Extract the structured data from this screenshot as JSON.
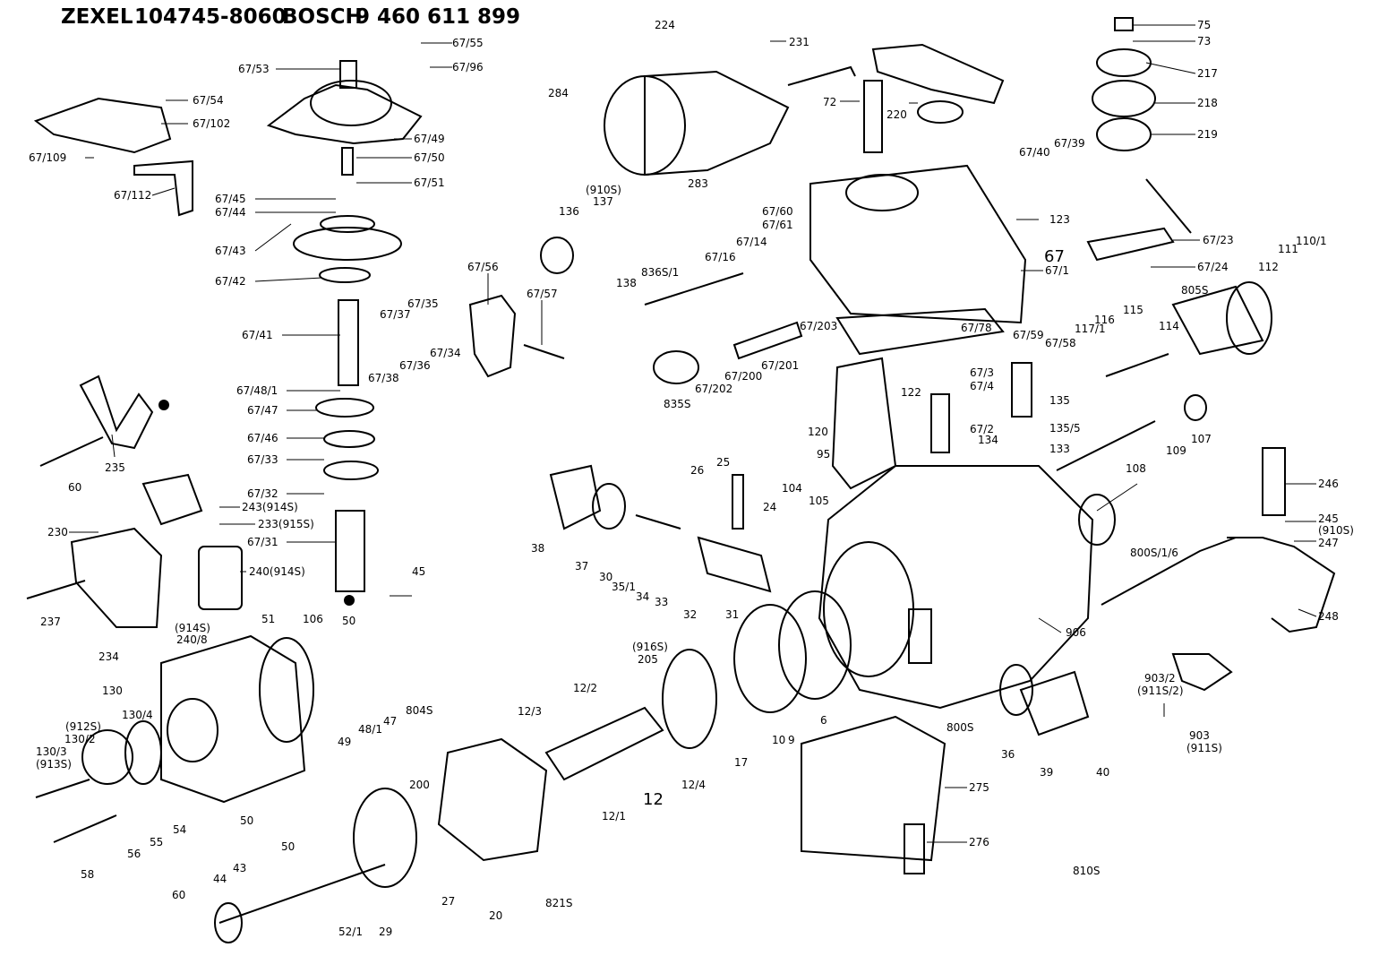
{
  "header": {
    "brand1": "ZEXEL",
    "code1": "104745-8060",
    "brand2": "BOSCH",
    "code2": "9 460 611 899"
  },
  "group_labels": {
    "g67": "67",
    "g12": "12"
  },
  "part_labels": [
    {
      "id": "p1",
      "text": "67/53"
    },
    {
      "id": "p2",
      "text": "67/55"
    },
    {
      "id": "p3",
      "text": "67/96"
    },
    {
      "id": "p4",
      "text": "67/54"
    },
    {
      "id": "p5",
      "text": "67/102"
    },
    {
      "id": "p6",
      "text": "67/49"
    },
    {
      "id": "p7",
      "text": "67/109"
    },
    {
      "id": "p8",
      "text": "67/50"
    },
    {
      "id": "p9",
      "text": "67/51"
    },
    {
      "id": "p10",
      "text": "67/112"
    },
    {
      "id": "p11",
      "text": "67/45"
    },
    {
      "id": "p12",
      "text": "67/44"
    },
    {
      "id": "p13",
      "text": "67/43"
    },
    {
      "id": "p14",
      "text": "67/42"
    },
    {
      "id": "p15",
      "text": "67/56"
    },
    {
      "id": "p16",
      "text": "67/57"
    },
    {
      "id": "p17",
      "text": "67/35"
    },
    {
      "id": "p18",
      "text": "67/37"
    },
    {
      "id": "p19",
      "text": "67/41"
    },
    {
      "id": "p20",
      "text": "67/36"
    },
    {
      "id": "p21",
      "text": "67/34"
    },
    {
      "id": "p22",
      "text": "67/38"
    },
    {
      "id": "p23",
      "text": "67/48/1"
    },
    {
      "id": "p24",
      "text": "67/47"
    },
    {
      "id": "p25",
      "text": "67/46"
    },
    {
      "id": "p26",
      "text": "67/33"
    },
    {
      "id": "p27",
      "text": "67/32"
    },
    {
      "id": "p28",
      "text": "67/31"
    },
    {
      "id": "p29",
      "text": "235"
    },
    {
      "id": "p30",
      "text": "60"
    },
    {
      "id": "p31",
      "text": "243(914S)"
    },
    {
      "id": "p32",
      "text": "233(915S)"
    },
    {
      "id": "p33",
      "text": "230"
    },
    {
      "id": "p34",
      "text": "240(914S)"
    },
    {
      "id": "p35",
      "text": "237"
    },
    {
      "id": "p36",
      "text": "234"
    },
    {
      "id": "p37",
      "text": "(914S)"
    },
    {
      "id": "p38",
      "text": "240/8"
    },
    {
      "id": "p39",
      "text": "51"
    },
    {
      "id": "p40",
      "text": "50"
    },
    {
      "id": "p41",
      "text": "106"
    },
    {
      "id": "p42",
      "text": "45"
    },
    {
      "id": "p43",
      "text": "130"
    },
    {
      "id": "p44",
      "text": "130/4"
    },
    {
      "id": "p45",
      "text": "(912S)"
    },
    {
      "id": "p46",
      "text": "130/2"
    },
    {
      "id": "p47",
      "text": "130/3"
    },
    {
      "id": "p48",
      "text": "(913S)"
    },
    {
      "id": "p49",
      "text": "49"
    },
    {
      "id": "p50",
      "text": "48/1"
    },
    {
      "id": "p51",
      "text": "47"
    },
    {
      "id": "p52",
      "text": "804S"
    },
    {
      "id": "p53",
      "text": "50"
    },
    {
      "id": "p54",
      "text": "58"
    },
    {
      "id": "p55",
      "text": "56"
    },
    {
      "id": "p56",
      "text": "55"
    },
    {
      "id": "p57",
      "text": "54"
    },
    {
      "id": "p58",
      "text": "60"
    },
    {
      "id": "p59",
      "text": "44"
    },
    {
      "id": "p60",
      "text": "43"
    },
    {
      "id": "p61",
      "text": "50"
    },
    {
      "id": "p62",
      "text": "52/1"
    },
    {
      "id": "p63",
      "text": "29"
    },
    {
      "id": "p64",
      "text": "200"
    },
    {
      "id": "p65",
      "text": "27"
    },
    {
      "id": "p66",
      "text": "20"
    },
    {
      "id": "p67",
      "text": "821S"
    },
    {
      "id": "p68",
      "text": "12/3"
    },
    {
      "id": "p69",
      "text": "12/2"
    },
    {
      "id": "p70",
      "text": "(916S)"
    },
    {
      "id": "p71",
      "text": "205"
    },
    {
      "id": "p72",
      "text": "12/1"
    },
    {
      "id": "p73",
      "text": "12/4"
    },
    {
      "id": "p74",
      "text": "17"
    },
    {
      "id": "p75",
      "text": "10"
    },
    {
      "id": "p76",
      "text": "9"
    },
    {
      "id": "p77",
      "text": "6"
    },
    {
      "id": "p78",
      "text": "38"
    },
    {
      "id": "p79",
      "text": "37"
    },
    {
      "id": "p80",
      "text": "30"
    },
    {
      "id": "p81",
      "text": "35/1"
    },
    {
      "id": "p82",
      "text": "34"
    },
    {
      "id": "p83",
      "text": "33"
    },
    {
      "id": "p84",
      "text": "32"
    },
    {
      "id": "p85",
      "text": "31"
    },
    {
      "id": "p86",
      "text": "26"
    },
    {
      "id": "p87",
      "text": "25"
    },
    {
      "id": "p88",
      "text": "24"
    },
    {
      "id": "p89",
      "text": "104"
    },
    {
      "id": "p90",
      "text": "105"
    },
    {
      "id": "p91",
      "text": "224"
    },
    {
      "id": "p92",
      "text": "231"
    },
    {
      "id": "p93",
      "text": "284"
    },
    {
      "id": "p94",
      "text": "283"
    },
    {
      "id": "p95",
      "text": "72"
    },
    {
      "id": "p96",
      "text": "220"
    },
    {
      "id": "p97",
      "text": "75"
    },
    {
      "id": "p98",
      "text": "73"
    },
    {
      "id": "p99",
      "text": "217"
    },
    {
      "id": "p100",
      "text": "218"
    },
    {
      "id": "p101",
      "text": "219"
    },
    {
      "id": "p102",
      "text": "67/39"
    },
    {
      "id": "p103",
      "text": "67/40"
    },
    {
      "id": "p104",
      "text": "(910S)"
    },
    {
      "id": "p105",
      "text": "137"
    },
    {
      "id": "p106",
      "text": "136"
    },
    {
      "id": "p107",
      "text": "138"
    },
    {
      "id": "p108",
      "text": "836S/1"
    },
    {
      "id": "p109",
      "text": "67/16"
    },
    {
      "id": "p110",
      "text": "67/14"
    },
    {
      "id": "p111",
      "text": "67/60"
    },
    {
      "id": "p112",
      "text": "67/61"
    },
    {
      "id": "p113",
      "text": "123"
    },
    {
      "id": "p114",
      "text": "67/23"
    },
    {
      "id": "p115",
      "text": "67/1"
    },
    {
      "id": "p116",
      "text": "67/24"
    },
    {
      "id": "p117",
      "text": "112"
    },
    {
      "id": "p118",
      "text": "111"
    },
    {
      "id": "p119",
      "text": "110/1"
    },
    {
      "id": "p120",
      "text": "805S"
    },
    {
      "id": "p121",
      "text": "115"
    },
    {
      "id": "p122",
      "text": "114"
    },
    {
      "id": "p123",
      "text": "116"
    },
    {
      "id": "p124",
      "text": "117/1"
    },
    {
      "id": "p125",
      "text": "67/59"
    },
    {
      "id": "p126",
      "text": "67/58"
    },
    {
      "id": "p127",
      "text": "67/203"
    },
    {
      "id": "p128",
      "text": "67/78"
    },
    {
      "id": "p129",
      "text": "67/202"
    },
    {
      "id": "p130",
      "text": "67/200"
    },
    {
      "id": "p131",
      "text": "67/201"
    },
    {
      "id": "p132",
      "text": "835S"
    },
    {
      "id": "p133",
      "text": "122"
    },
    {
      "id": "p134",
      "text": "67/3"
    },
    {
      "id": "p135",
      "text": "67/4"
    },
    {
      "id": "p136",
      "text": "135"
    },
    {
      "id": "p137",
      "text": "120"
    },
    {
      "id": "p138",
      "text": "67/2"
    },
    {
      "id": "p139",
      "text": "135/5"
    },
    {
      "id": "p140",
      "text": "134"
    },
    {
      "id": "p141",
      "text": "133"
    },
    {
      "id": "p142",
      "text": "109"
    },
    {
      "id": "p143",
      "text": "107"
    },
    {
      "id": "p144",
      "text": "95"
    },
    {
      "id": "p145",
      "text": "108"
    },
    {
      "id": "p146",
      "text": "246"
    },
    {
      "id": "p147",
      "text": "245"
    },
    {
      "id": "p148",
      "text": "(910S)"
    },
    {
      "id": "p149",
      "text": "247"
    },
    {
      "id": "p150",
      "text": "800S/1/6"
    },
    {
      "id": "p151",
      "text": "248"
    },
    {
      "id": "p152",
      "text": "906"
    },
    {
      "id": "p153",
      "text": "903/2"
    },
    {
      "id": "p154",
      "text": "(911S/2)"
    },
    {
      "id": "p155",
      "text": "903"
    },
    {
      "id": "p156",
      "text": "(911S)"
    },
    {
      "id": "p157",
      "text": "800S"
    },
    {
      "id": "p158",
      "text": "36"
    },
    {
      "id": "p159",
      "text": "39"
    },
    {
      "id": "p160",
      "text": "40"
    },
    {
      "id": "p161",
      "text": "275"
    },
    {
      "id": "p162",
      "text": "276"
    },
    {
      "id": "p163",
      "text": "810S"
    }
  ]
}
